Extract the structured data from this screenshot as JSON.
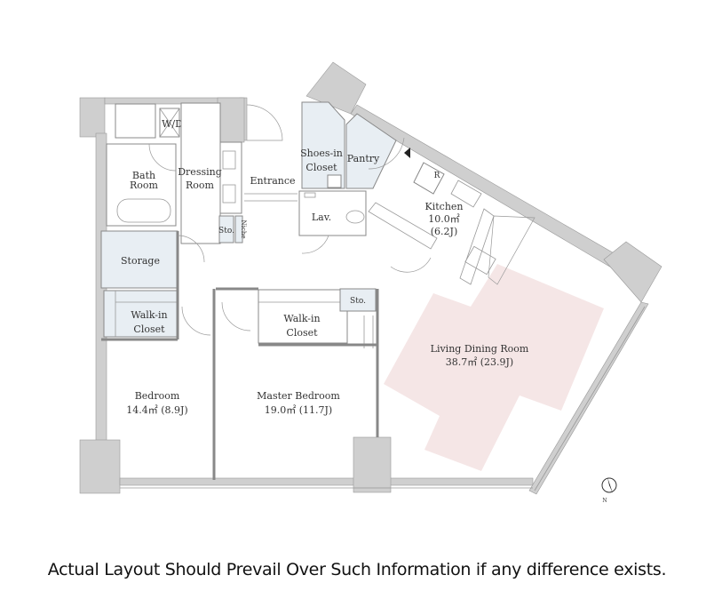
{
  "rooms": {
    "wd": "W/D",
    "bath_1": "Bath",
    "bath_2": "Room",
    "dressing_1": "Dressing",
    "dressing_2": "Room",
    "sto_small": "Sto.",
    "niche": "Niche",
    "entrance": "Entrance",
    "shoes_1": "Shoes-in",
    "shoes_2": "Closet",
    "pantry": "Pantry",
    "refrigerator": "R",
    "lav": "Lav.",
    "kitchen_1": "Kitchen",
    "kitchen_2": "10.0㎡",
    "kitchen_3": "(6.2J)",
    "storage": "Storage",
    "walkin1_1": "Walk-in",
    "walkin1_2": "Closet",
    "walkin2_1": "Walk-in",
    "walkin2_2": "Closet",
    "sto_master": "Sto.",
    "living_1": "Living Dining Room",
    "living_2": "38.7㎡ (23.9J)",
    "bedroom_1": "Bedroom",
    "bedroom_2": "14.4㎡ (8.9J)",
    "master_1": "Master Bedroom",
    "master_2": "19.0㎡ (11.7J)"
  },
  "compass": {
    "label": "N",
    "icon": "north-arrow-icon"
  },
  "colors": {
    "wall": "#cfcfcf",
    "closet": "#e8eef3",
    "living_highlight": "#f5e6e6"
  },
  "disclaimer": "Actual Layout Should Prevail Over Such Information if any difference exists."
}
